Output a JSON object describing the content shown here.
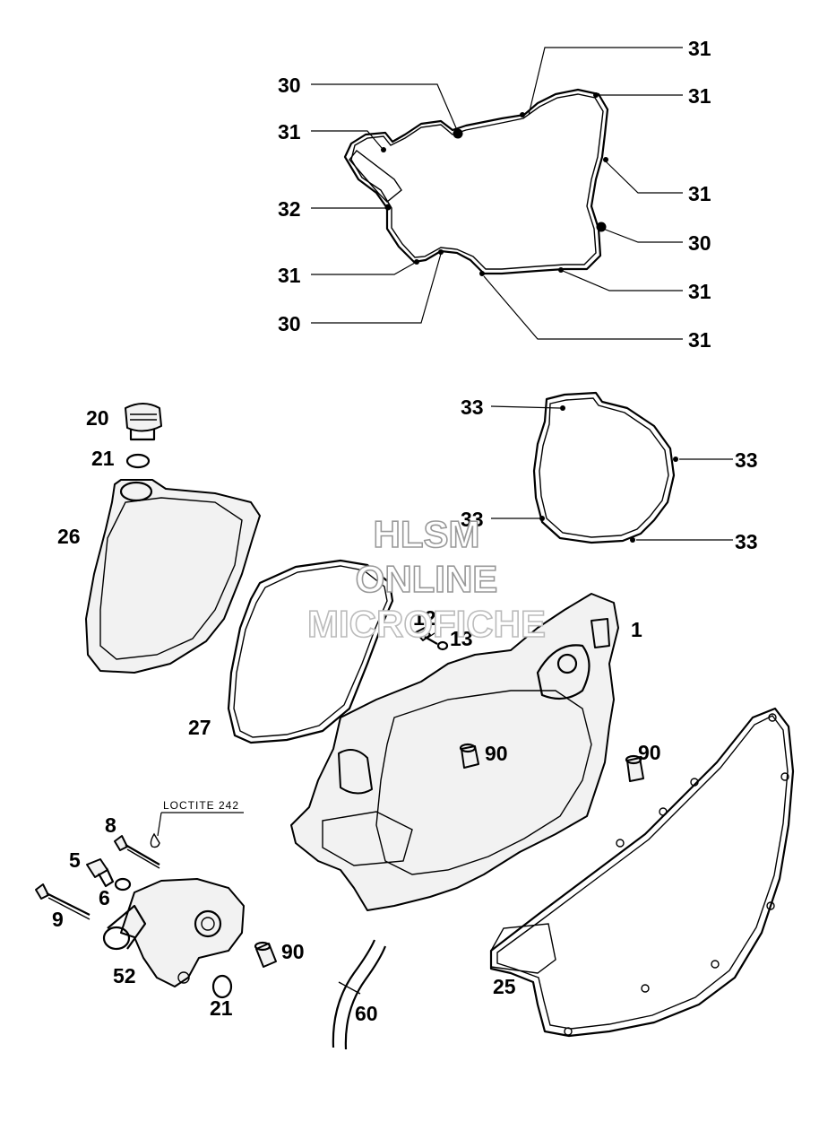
{
  "callouts": {
    "c31a": "31",
    "c30a": "30",
    "c31b": "31",
    "c31c": "31",
    "c32": "32",
    "c31d": "31",
    "c30b": "30",
    "c31e": "31",
    "c31f": "31",
    "c30c": "30",
    "c31g": "31",
    "c20": "20",
    "c21a": "21",
    "c26": "26",
    "c27": "27",
    "c33a": "33",
    "c33b": "33",
    "c33c": "33",
    "c33d": "33",
    "c12": "12",
    "c13": "13",
    "c1": "1",
    "c90a": "90",
    "c90b": "90",
    "c8": "8",
    "c5": "5",
    "c6": "6",
    "c9": "9",
    "c52": "52",
    "c21b": "21",
    "c90c": "90",
    "c60": "60",
    "c25": "25"
  },
  "notes": {
    "loctite": "LOCTITE 242"
  },
  "watermark": {
    "line1": "HLSM",
    "line2": "ONLINE",
    "line3": "MICROFICHE"
  }
}
